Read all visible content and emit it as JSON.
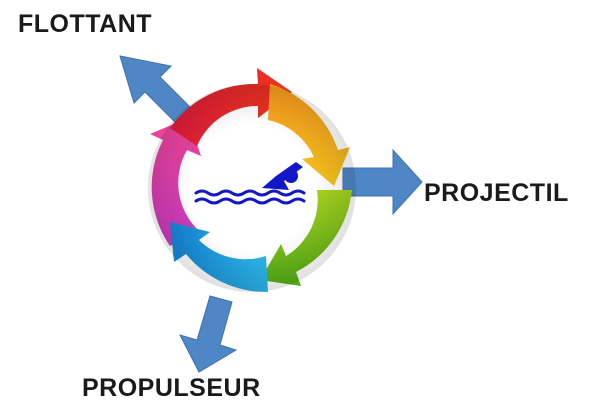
{
  "labels": {
    "flottant": "FLOTTANT",
    "projectil": "PROJECTIL",
    "propulseur": "PROPULSEUR"
  },
  "center_icon": "swimmer-icon",
  "cycle_segments": [
    {
      "name": "red",
      "color": "#e8231f"
    },
    {
      "name": "orange",
      "color": "#f7a21b"
    },
    {
      "name": "green",
      "color": "#7dc11c"
    },
    {
      "name": "blue",
      "color": "#19a6e6"
    },
    {
      "name": "magenta",
      "color": "#e03ba6"
    }
  ],
  "colors": {
    "arrow_blue": "#4f86c6",
    "swimmer_blue": "#1218c8"
  }
}
